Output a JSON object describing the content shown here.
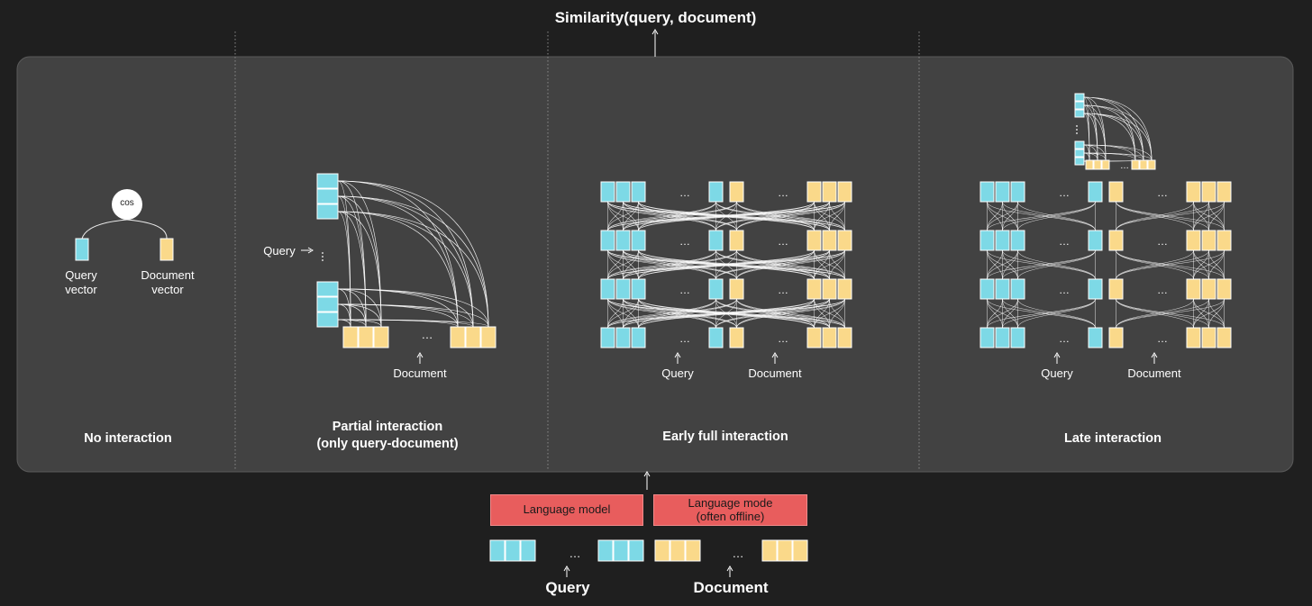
{
  "header": {
    "title": "Similarity(query, document)"
  },
  "panels": {
    "no_interaction": {
      "title": "No interaction",
      "op_label": "cos",
      "query_vector_line1": "Query",
      "query_vector_line2": "vector",
      "document_vector_line1": "Document",
      "document_vector_line2": "vector"
    },
    "partial": {
      "title_line1": "Partial interaction",
      "title_line2": "(only query-document)",
      "query_label": "Query",
      "document_label": "Document",
      "ellipsis": "…"
    },
    "early": {
      "title": "Early full interaction",
      "query_label": "Query",
      "document_label": "Document",
      "ellipsis": "…"
    },
    "late": {
      "title": "Late interaction",
      "query_label": "Query",
      "document_label": "Document",
      "ellipsis": "…"
    }
  },
  "bottom": {
    "lm_left": "Language model",
    "lm_right_line1": "Language mode",
    "lm_right_line2": "(often offline)",
    "query_label": "Query",
    "document_label": "Document",
    "ellipsis": "…"
  },
  "colors": {
    "background": "#1f1f1f",
    "panel": "#424242",
    "query_token": "#7dd9e6",
    "document_token": "#fad98a",
    "language_model": "#e85d5d",
    "lines": "#ffffff"
  }
}
